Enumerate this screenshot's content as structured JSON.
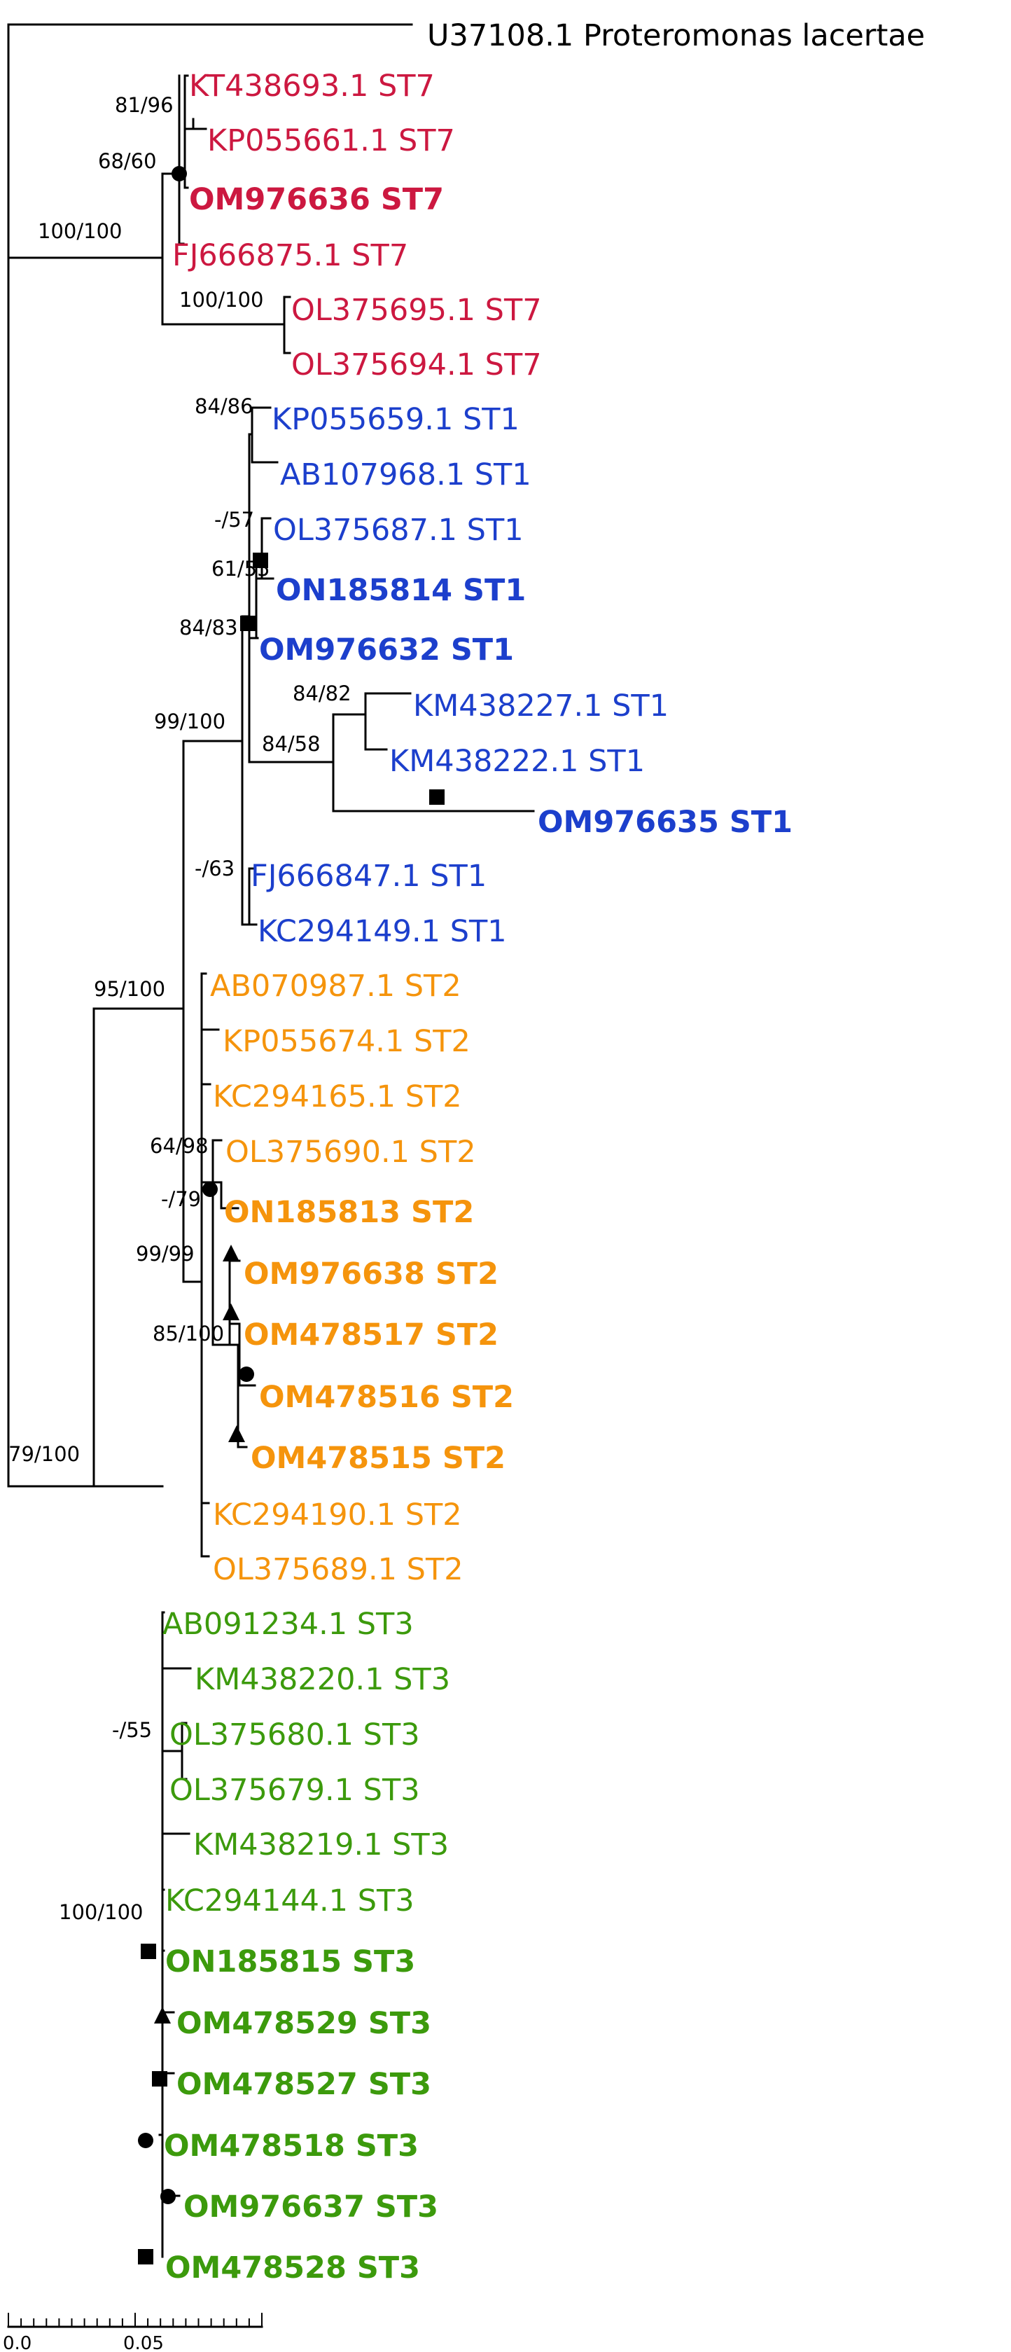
{
  "colors": {
    "ST7": "#cc1840",
    "ST1": "#1c3fcc",
    "ST2": "#f5940c",
    "ST3": "#3c9a0c",
    "outgroup": "#000000"
  },
  "taxa": [
    {
      "label": "U37108.1 Proteromonas lacertae",
      "group": "outgroup",
      "bold": false
    },
    {
      "label": "KT438693.1 ST7",
      "group": "ST7",
      "bold": false
    },
    {
      "label": "KP055661.1 ST7",
      "group": "ST7",
      "bold": false
    },
    {
      "label": "OM976636 ST7",
      "group": "ST7",
      "bold": true
    },
    {
      "label": "FJ666875.1 ST7",
      "group": "ST7",
      "bold": false
    },
    {
      "label": "OL375695.1 ST7",
      "group": "ST7",
      "bold": false
    },
    {
      "label": "OL375694.1 ST7",
      "group": "ST7",
      "bold": false
    },
    {
      "label": "KP055659.1 ST1",
      "group": "ST1",
      "bold": false
    },
    {
      "label": "AB107968.1 ST1",
      "group": "ST1",
      "bold": false
    },
    {
      "label": "OL375687.1 ST1",
      "group": "ST1",
      "bold": false
    },
    {
      "label": "ON185814 ST1",
      "group": "ST1",
      "bold": true
    },
    {
      "label": "OM976632 ST1",
      "group": "ST1",
      "bold": true
    },
    {
      "label": "KM438227.1 ST1",
      "group": "ST1",
      "bold": false
    },
    {
      "label": "KM438222.1 ST1",
      "group": "ST1",
      "bold": false
    },
    {
      "label": "OM976635 ST1",
      "group": "ST1",
      "bold": true
    },
    {
      "label": "FJ666847.1 ST1",
      "group": "ST1",
      "bold": false
    },
    {
      "label": "KC294149.1 ST1",
      "group": "ST1",
      "bold": false
    },
    {
      "label": "AB070987.1 ST2",
      "group": "ST2",
      "bold": false
    },
    {
      "label": "KP055674.1 ST2",
      "group": "ST2",
      "bold": false
    },
    {
      "label": "KC294165.1 ST2",
      "group": "ST2",
      "bold": false
    },
    {
      "label": "OL375690.1 ST2",
      "group": "ST2",
      "bold": false
    },
    {
      "label": "ON185813 ST2",
      "group": "ST2",
      "bold": true
    },
    {
      "label": "OM976638 ST2",
      "group": "ST2",
      "bold": true
    },
    {
      "label": "OM478517 ST2",
      "group": "ST2",
      "bold": true
    },
    {
      "label": "OM478516 ST2",
      "group": "ST2",
      "bold": true
    },
    {
      "label": "OM478515 ST2",
      "group": "ST2",
      "bold": true
    },
    {
      "label": "KC294190.1 ST2",
      "group": "ST2",
      "bold": false
    },
    {
      "label": "OL375689.1 ST2",
      "group": "ST2",
      "bold": false
    },
    {
      "label": "AB091234.1 ST3",
      "group": "ST3",
      "bold": false
    },
    {
      "label": "KM438220.1 ST3",
      "group": "ST3",
      "bold": false
    },
    {
      "label": "OL375680.1 ST3",
      "group": "ST3",
      "bold": false
    },
    {
      "label": "OL375679.1 ST3",
      "group": "ST3",
      "bold": false
    },
    {
      "label": "KM438219.1 ST3",
      "group": "ST3",
      "bold": false
    },
    {
      "label": "KC294144.1 ST3",
      "group": "ST3",
      "bold": false
    },
    {
      "label": "ON185815 ST3",
      "group": "ST3",
      "bold": true
    },
    {
      "label": "OM478529 ST3",
      "group": "ST3",
      "bold": true
    },
    {
      "label": "OM478527 ST3",
      "group": "ST3",
      "bold": true
    },
    {
      "label": "OM478518 ST3",
      "group": "ST3",
      "bold": true
    },
    {
      "label": "OM976637 ST3",
      "group": "ST3",
      "bold": true
    },
    {
      "label": "OM478528 ST3",
      "group": "ST3",
      "bold": true
    }
  ],
  "support_values": [
    "81/96",
    "68/60",
    "100/100",
    "100/100",
    "84/86",
    "-/57",
    "61/55",
    "84/83",
    "84/82",
    "84/58",
    "99/100",
    "-/63",
    "95/100",
    "64/98",
    "-/79",
    "99/99",
    "85/100",
    "79/100",
    "-/55",
    "100/100"
  ],
  "markers": [
    "circle",
    "square",
    "square",
    "square",
    "circle",
    "triangle",
    "triangle",
    "circle",
    "triangle",
    "square",
    "triangle",
    "square",
    "circle",
    "circle",
    "square"
  ],
  "scale_bar": {
    "labels": [
      "0.0",
      "0.05"
    ]
  }
}
